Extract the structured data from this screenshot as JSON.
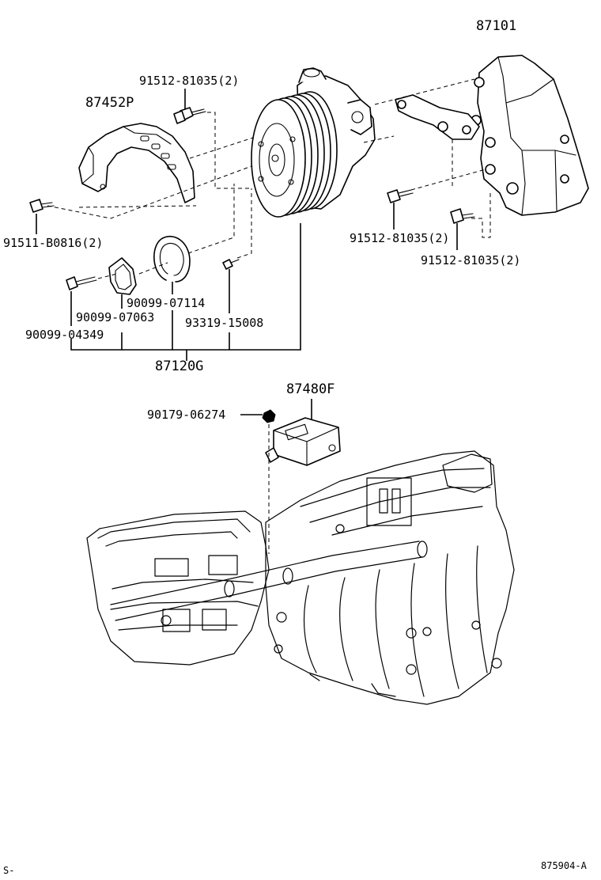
{
  "labels": {
    "bracket_top": "87101",
    "belt_guard": "87452P",
    "bolt_top_center": "91512-81035(2)",
    "bolt_left": "91511-B0816(2)",
    "bolt_right_mid": "91512-81035(2)",
    "bolt_right_low": "91512-81035(2)",
    "snap_ring": "90099-07114",
    "gasket": "90099-07063",
    "bolt_small_left": "90099-04349",
    "screw_small": "93319-15008",
    "pump_assembly": "87120G",
    "control_unit": "87480F",
    "nut_control": "90179-06274",
    "footer_left": "S-",
    "footer_right": "875904-A"
  }
}
